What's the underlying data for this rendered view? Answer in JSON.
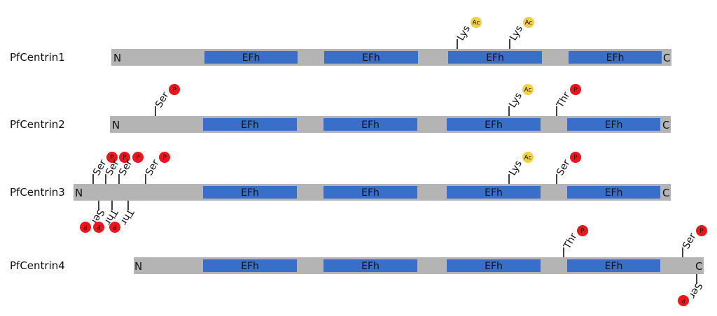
{
  "colors": {
    "backbone": "#b4b4b4",
    "domain": "#3a6fc9",
    "phospho": "#e8171c",
    "acetyl": "#f2d049",
    "stem": "#111111"
  },
  "proteins": [
    {
      "name": "PfCentrin1",
      "n_term": "N",
      "c_term": "C",
      "domains": [
        "EFh",
        "EFh",
        "EFh",
        "EFh"
      ],
      "sites_above": [
        {
          "residue": "Lys",
          "mod": "Ac"
        },
        {
          "residue": "Lys",
          "mod": "Ac"
        }
      ],
      "sites_below": []
    },
    {
      "name": "PfCentrin2",
      "n_term": "N",
      "c_term": "C",
      "domains": [
        "EFh",
        "EFh",
        "EFh",
        "EFh"
      ],
      "sites_above": [
        {
          "residue": "Ser",
          "mod": "P"
        },
        {
          "residue": "Lys",
          "mod": "Ac"
        },
        {
          "residue": "Thr",
          "mod": "P"
        }
      ],
      "sites_below": []
    },
    {
      "name": "PfCentrin3",
      "n_term": "N",
      "c_term": "C",
      "domains": [
        "EFh",
        "EFh",
        "EFh",
        "EFh"
      ],
      "sites_above": [
        {
          "residue": "Ser",
          "mod": "P"
        },
        {
          "residue": "Ser",
          "mod": "P"
        },
        {
          "residue": "Ser",
          "mod": "P"
        },
        {
          "residue": "Ser",
          "mod": "P"
        },
        {
          "residue": "Lys",
          "mod": "Ac"
        },
        {
          "residue": "Ser",
          "mod": "P"
        }
      ],
      "sites_below": [
        {
          "residue": "Ser",
          "mod": "P"
        },
        {
          "residue": "Thr",
          "mod": "P"
        },
        {
          "residue": "Thr",
          "mod": "P"
        }
      ]
    },
    {
      "name": "PfCentrin4",
      "n_term": "N",
      "c_term": "C",
      "domains": [
        "EFh",
        "EFh",
        "EFh",
        "EFh"
      ],
      "sites_above": [
        {
          "residue": "Thr",
          "mod": "P"
        },
        {
          "residue": "Ser",
          "mod": "P"
        }
      ],
      "sites_below": [
        {
          "residue": "Ser",
          "mod": "P"
        }
      ]
    }
  ]
}
